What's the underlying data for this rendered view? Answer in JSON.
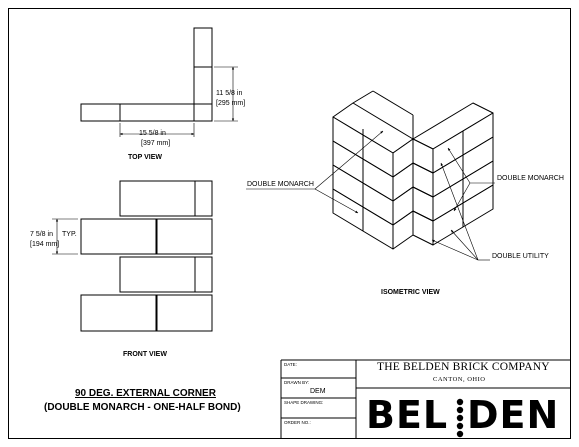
{
  "top_view": {
    "dimension_height": "11 5/8 in",
    "dimension_height_mm": "[295 mm]",
    "dimension_width": "15 5/8 in",
    "dimension_width_mm": "[397 mm]",
    "caption": "TOP VIEW"
  },
  "front_view": {
    "dimension": "7 5/8 in",
    "dimension_note": "TYP.",
    "dimension_mm": "[194 mm]",
    "caption": "FRONT VIEW"
  },
  "isometric_view": {
    "caption": "ISOMETRIC VIEW",
    "callout_left": "DOUBLE MONARCH",
    "callout_right": "DOUBLE MONARCH",
    "callout_utility": "DOUBLE UTILITY"
  },
  "title": {
    "line1": "90 DEG. EXTERNAL CORNER",
    "line2": "(DOUBLE MONARCH - ONE-HALF BOND)"
  },
  "title_block": {
    "date_label": "DATE:",
    "drawn_by_label": "DRAWN BY:",
    "drawn_by_value": "DEM",
    "shape_drawing_label": "SHAPE DRAWING:",
    "order_no_label": "ORDER NO.:",
    "company_name": "THE BELDEN BRICK COMPANY",
    "company_city": "CANTON, OHIO",
    "logo_text_left": "BEL",
    "logo_text_right": "DEN"
  }
}
